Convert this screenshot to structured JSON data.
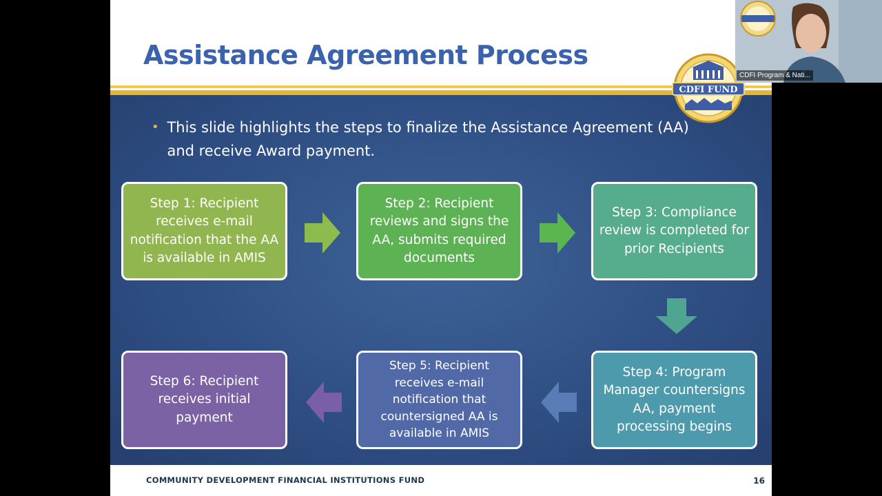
{
  "slide": {
    "title": "Assistance Agreement Process",
    "bullet": "This slide highlights the steps to finalize the Assistance Agreement (AA) and receive Award payment.",
    "steps": [
      {
        "label": "Step 1:  Recipient receives e-mail notification that the AA is available in AMIS",
        "color": "#92b64f"
      },
      {
        "label": "Step 2:  Recipient reviews and signs the AA, submits required documents",
        "color": "#5db254"
      },
      {
        "label": "Step 3:  Compliance review is completed for prior Recipients",
        "color": "#56ad8d"
      },
      {
        "label": "Step 4:  Program Manager countersigns AA, payment processing begins",
        "color": "#4d9aac"
      },
      {
        "label": "Step 5:  Recipient receives e-mail notification that countersigned AA is available in AMIS",
        "color": "#5269a8"
      },
      {
        "label": "Step 6:  Recipient receives initial payment",
        "color": "#7b62a4"
      }
    ],
    "footer_org": "COMMUNITY DEVELOPMENT FINANCIAL INSTITUTIONS FUND",
    "page_number": "16",
    "seal_text": "CDFI FUND"
  },
  "video": {
    "participant_name": "CDFI Program & Nati..."
  },
  "colors": {
    "title": "#3a62ad",
    "panel": "#2f4f84",
    "gold": "#f0b323",
    "arrow_green": "#8dbb4e",
    "arrow_teal": "#4fa592",
    "arrow_blue": "#5a7cb6",
    "arrow_purple": "#7a5fa6"
  }
}
